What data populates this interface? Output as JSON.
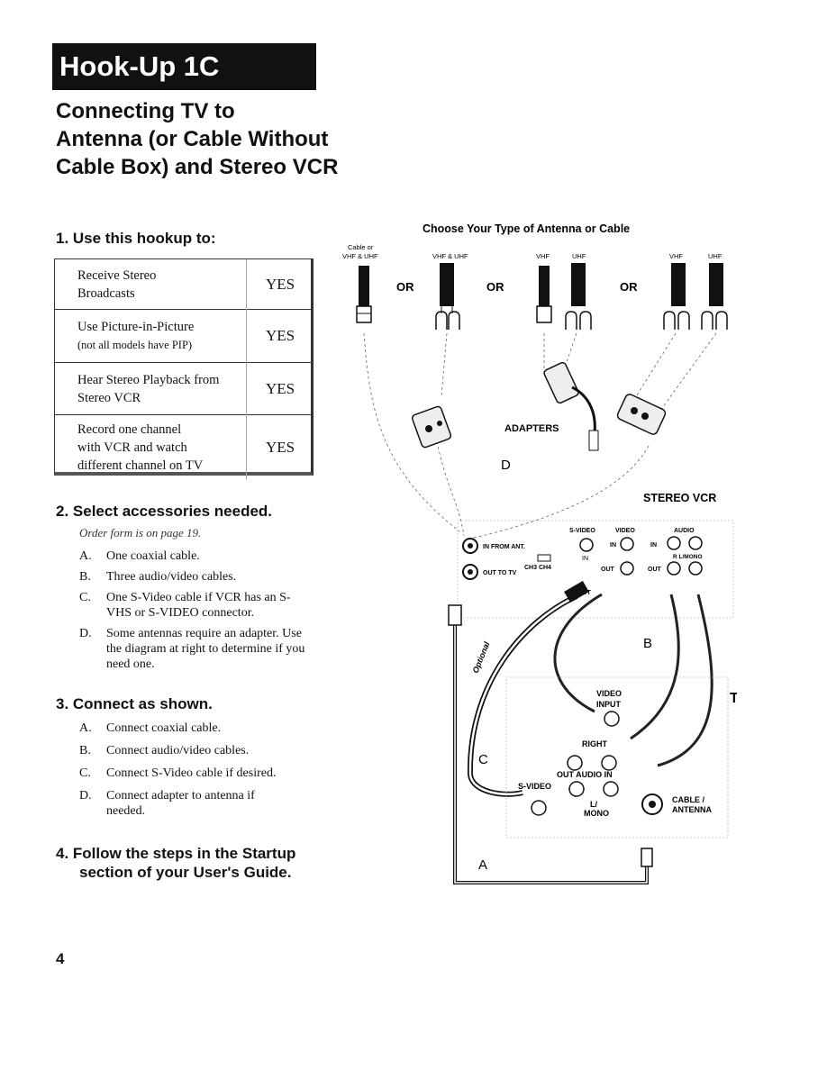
{
  "header": {
    "banner": "Hook-Up 1C",
    "title_lines": [
      "Connecting TV to",
      "Antenna (or Cable Without",
      "Cable Box) and Stereo VCR"
    ]
  },
  "step1": {
    "heading": "1. Use this hookup to:",
    "rows": [
      {
        "line1": "Receive Stereo",
        "line2": "Broadcasts",
        "note": "",
        "answer": "YES"
      },
      {
        "line1": "Use Picture-in-Picture",
        "line2": "",
        "note": "(not all models have PIP)",
        "answer": "YES"
      },
      {
        "line1": "Hear Stereo Playback from",
        "line2": "Stereo VCR",
        "note": "",
        "answer": "YES"
      },
      {
        "line1": "Record one channel",
        "line2": "with VCR and watch",
        "line3": "different channel on TV",
        "answer": "YES"
      }
    ]
  },
  "step2": {
    "heading": "2. Select accessories needed.",
    "order_note": "Order form is on page 19.",
    "items": [
      {
        "letter": "A.",
        "text": "One coaxial cable."
      },
      {
        "letter": "B.",
        "text": "Three audio/video cables."
      },
      {
        "letter": "C.",
        "text": "One S-Video cable if VCR has an S-VHS or S-VIDEO connector."
      },
      {
        "letter": "D.",
        "text": "Some antennas require an adapter. Use the diagram at right to determine if you need one."
      }
    ]
  },
  "step3": {
    "heading": "3. Connect as shown.",
    "items": [
      {
        "letter": "A.",
        "text": "Connect coaxial cable."
      },
      {
        "letter": "B.",
        "text": "Connect audio/video cables."
      },
      {
        "letter": "C.",
        "text": "Connect S-Video cable if desired."
      },
      {
        "letter": "D.",
        "text": "Connect adapter to antenna if needed."
      }
    ]
  },
  "step4": {
    "heading_line1": "4. Follow the steps in the Startup",
    "heading_line2": "section of your User's Guide."
  },
  "page_number": "4",
  "diagram": {
    "antenna_title": "Choose Your Type of Antenna or Cable",
    "cable_or": "Cable or",
    "vhf_uhf": "VHF & UHF",
    "vhf_uhf2": "VHF & UHF",
    "vhf": "VHF",
    "uhf": "UHF",
    "vhf2": "VHF",
    "uhf2": "UHF",
    "or": "OR",
    "adapters": "ADAPTERS",
    "letter_d": "D",
    "stereo_vcr": "STEREO VCR",
    "svideo_top": "S-VIDEO",
    "video_top": "VIDEO",
    "audio_top": "AUDIO",
    "in_from_ant": "IN FROM ANT.",
    "out_to_tv": "OUT TO TV",
    "ch3_ch4": "CH3  CH4",
    "in": "IN",
    "out": "OUT",
    "r_lmono": "R   L/MONO",
    "optional": "Optional",
    "letter_b": "B",
    "letter_c": "C",
    "letter_a": "A",
    "tv": "TV",
    "video_input_1": "VIDEO",
    "video_input_2": "INPUT",
    "right": "RIGHT",
    "out_audio_in": "OUT  AUDIO   IN",
    "svideo": "S-VIDEO",
    "l_mono_1": "L/",
    "l_mono_2": "MONO",
    "cable_antenna_1": "CABLE /",
    "cable_antenna_2": "ANTENNA"
  }
}
